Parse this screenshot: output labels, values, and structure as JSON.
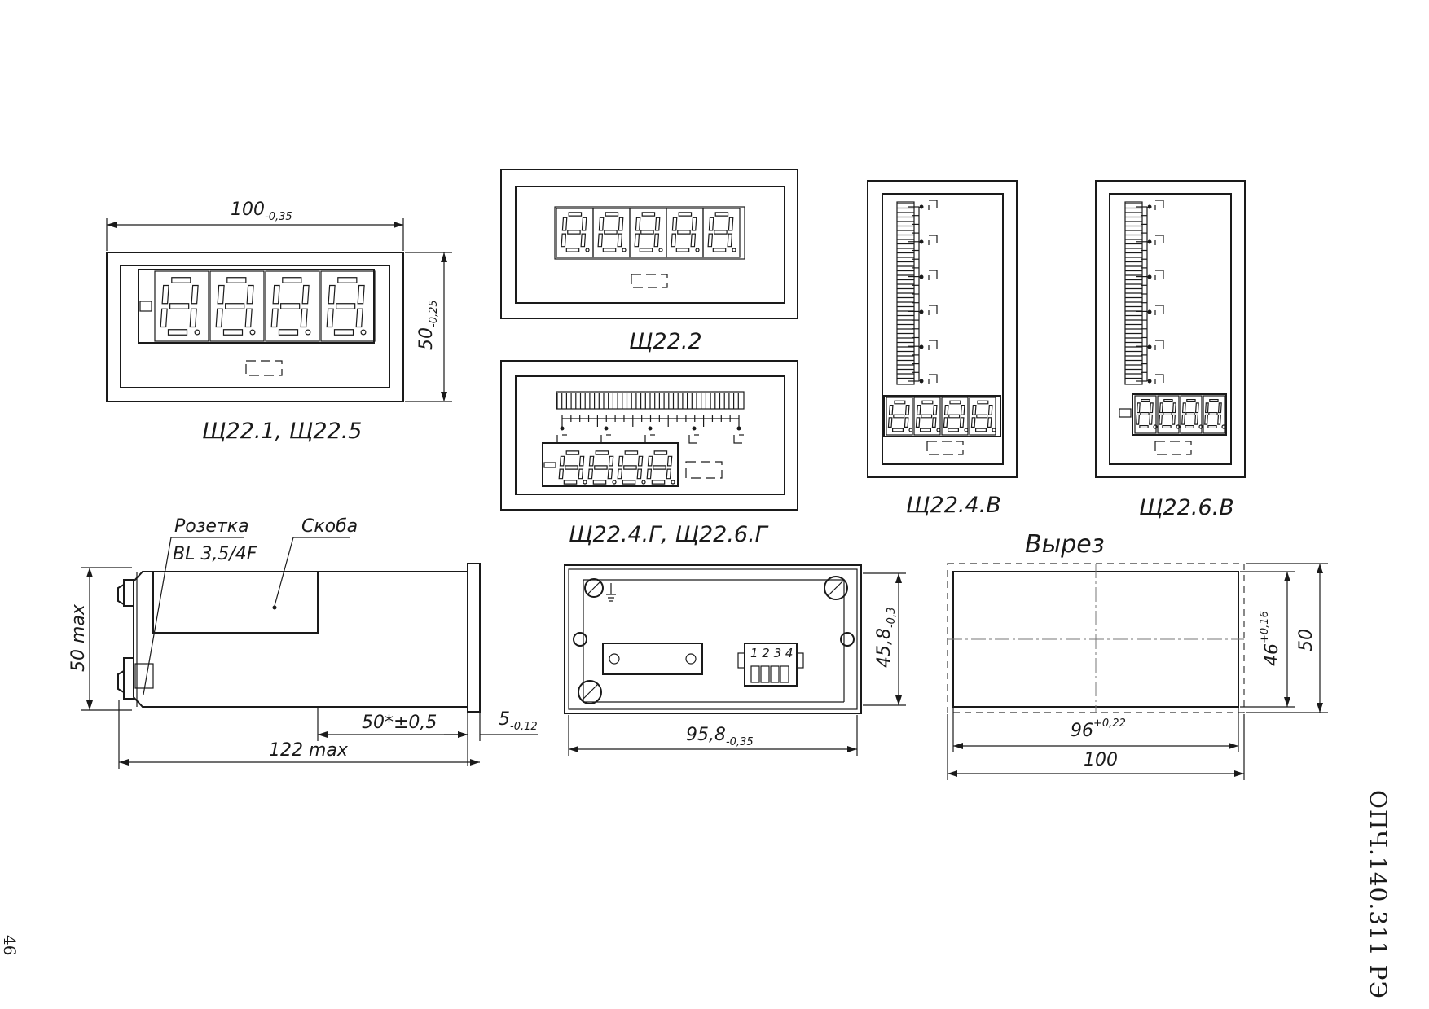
{
  "page": {
    "page_number": "46",
    "doc_code": "ОПЧ.140.311 РЭ"
  },
  "front_panel_4": {
    "caption": "Щ22.1, Щ22.5",
    "width_dim": "100",
    "width_tol": "-0,35",
    "height_dim": "50",
    "height_tol": "-0,25"
  },
  "front_panel_5": {
    "caption": "Щ22.2"
  },
  "front_panel_hbar": {
    "caption": "Щ22.4.Г, Щ22.6.Г"
  },
  "front_panel_vbar1": {
    "caption": "Щ22.4.В"
  },
  "front_panel_vbar2": {
    "caption": "Щ22.6.В"
  },
  "side_view": {
    "socket_label": "Розетка",
    "socket_model": "BL 3,5/4F",
    "bracket_label": "Скоба",
    "height_dim": "50 max",
    "depth_dim": "50*±0,5",
    "bezel_dim": "5",
    "bezel_tol": "-0,12",
    "total_dim": "122 max"
  },
  "rear_view": {
    "terminal_numbers": "1 2 3 4",
    "height_dim": "45,8",
    "height_tol": "-0,3",
    "width_dim": "95,8",
    "width_tol": "-0,35"
  },
  "cutout": {
    "title": "Вырез",
    "inner_w": "96",
    "inner_w_tol": "+0,22",
    "outer_w": "100",
    "inner_h": "46",
    "inner_h_tol": "+0,16",
    "outer_h": "50"
  }
}
